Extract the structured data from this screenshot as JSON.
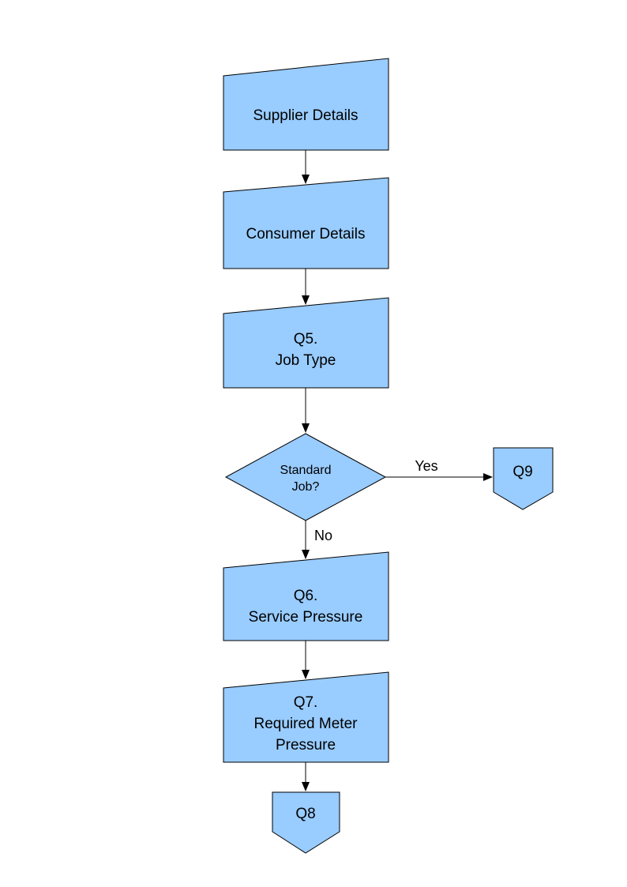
{
  "diagram": {
    "colors": {
      "node_fill": "#99CCFF",
      "node_stroke": "#000000",
      "text": "#000000"
    },
    "nodes": {
      "supplier": {
        "shape": "manual-input",
        "label": "Supplier Details"
      },
      "consumer": {
        "shape": "manual-input",
        "label": "Consumer Details"
      },
      "q5": {
        "shape": "manual-input",
        "lines": [
          "Q5.",
          "Job Type"
        ]
      },
      "decision": {
        "shape": "decision",
        "lines": [
          "Standard",
          "Job?"
        ]
      },
      "q9": {
        "shape": "off-page-connector",
        "label": "Q9"
      },
      "q6": {
        "shape": "manual-input",
        "lines": [
          "Q6.",
          "Service Pressure"
        ]
      },
      "q7": {
        "shape": "manual-input",
        "lines": [
          "Q7.",
          "Required Meter",
          "Pressure"
        ]
      },
      "q8": {
        "shape": "off-page-connector",
        "label": "Q8"
      }
    },
    "edge_labels": {
      "yes": "Yes",
      "no": "No"
    }
  }
}
